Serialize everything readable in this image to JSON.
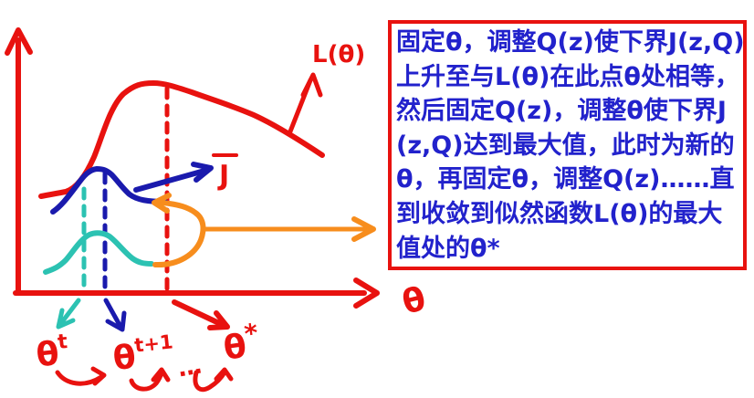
{
  "diagram": {
    "x_axis_label": "θ",
    "likelihood_curve_label": "L(θ)",
    "lower_bound_label": "J",
    "theta_t": {
      "base": "θ",
      "sup": "t"
    },
    "theta_t_plus_1": {
      "base": "θ",
      "sup": "t+1"
    },
    "theta_star": {
      "base": "θ",
      "sup": "*"
    },
    "iteration_ellipsis": "…"
  },
  "note_box": {
    "lines": [
      "固定θ，调整Q(z)使下界J(z,Q)",
      "上升至与L(θ)在此点θ处相等，",
      "然后固定Q(z)，调整θ使下界J",
      "(z,Q)达到最大值，此时为新的",
      "θ，再固定θ，调整Q(z)……直",
      "到收敛到似然函数L(θ)的最大",
      "值处的θ*"
    ]
  },
  "colors": {
    "sketch_red": "#e8120f",
    "sketch_navy": "#1a1aad",
    "sketch_teal": "#2cc2b2",
    "sketch_orange": "#f78d1d",
    "note_text_blue": "#2222cc",
    "note_border_red": "#e8120f"
  }
}
